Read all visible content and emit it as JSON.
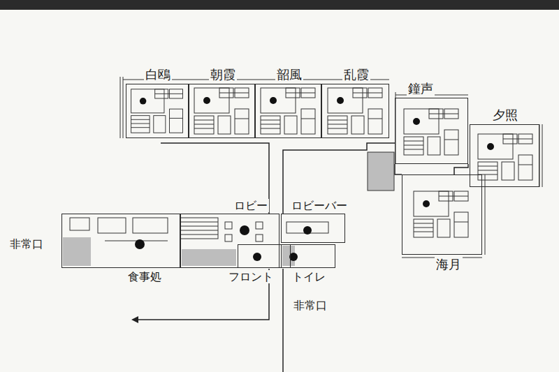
{
  "diagram": {
    "nodes": [
      {
        "text": [
          "白鴎"
        ]
      },
      {
        "text": [
          "朝霞"
        ]
      },
      {
        "text": [
          "韶風"
        ]
      },
      {
        "text": [
          "乱霞"
        ]
      },
      {
        "text": [
          "鐘声"
        ]
      },
      {
        "text": [
          "夕照"
        ]
      },
      {
        "text": [
          "ロビー"
        ]
      },
      {
        "text": [
          "ロビーバー"
        ]
      },
      {
        "text": [
          "海月"
        ]
      },
      {
        "text": [
          "食事処"
        ]
      },
      {
        "text": [
          "フロント"
        ]
      },
      {
        "text": [
          "トイレ"
        ]
      }
    ],
    "labels": [
      "非常口",
      "非常口"
    ]
  }
}
